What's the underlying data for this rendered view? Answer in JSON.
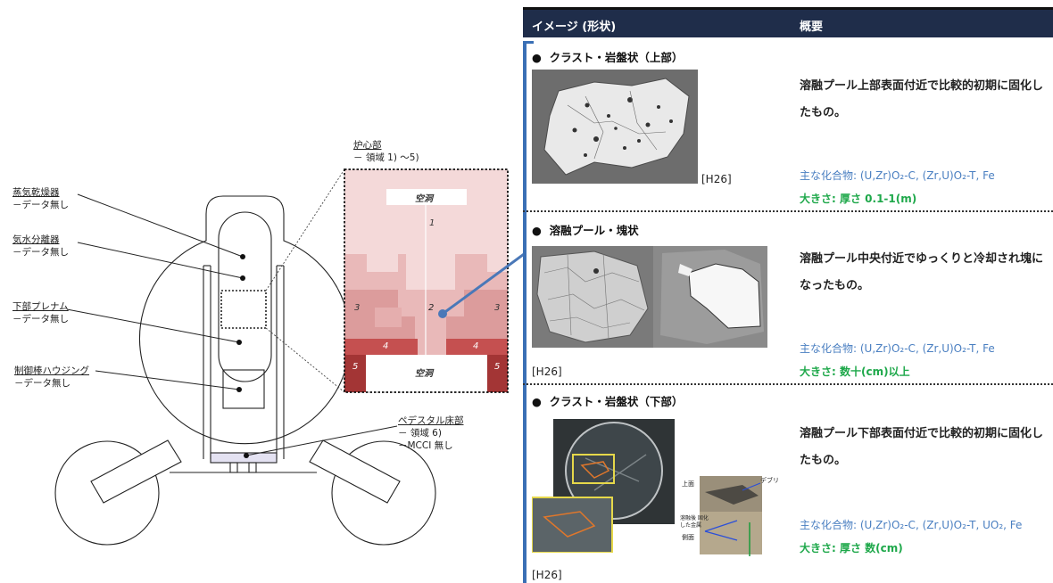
{
  "table": {
    "header_image": "イメージ (形状)",
    "header_summary": "概要",
    "rows": [
      {
        "title": "クラスト・岩盤状（上部）",
        "ref": "[H26]",
        "desc": "溶融プール上部表面付近で比較的初期に固化したもの。",
        "compounds": "主な化合物: (U,Zr)O₂-C, (Zr,U)O₂-T, Fe",
        "size": "大きさ:  厚さ  0.1-1(m)"
      },
      {
        "title": "溶融プール・塊状",
        "ref": "[H26]",
        "desc": "溶融プール中央付近でゆっくりと冷却され塊になったもの。",
        "compounds": "主な化合物: (U,Zr)O₂-C, (Zr,U)O₂-T, Fe",
        "size": "大きさ:  数十(cm)以上"
      },
      {
        "title": "クラスト・岩盤状（下部）",
        "ref": "[H26]",
        "desc": "溶融プール下部表面付近で比較的初期に固化したもの。",
        "compounds": "主な化合物: (U,Zr)O₂-C, (Zr,U)O₂-T, UO₂, Fe",
        "size": "大きさ:  厚さ  数(cm)",
        "photo_labels": {
          "top": "上面",
          "debris": "デブリ",
          "melt": "溶融後 固化",
          "metal": "した金属",
          "side": "側面"
        }
      }
    ]
  },
  "labels": {
    "dryer": {
      "title": "蒸気乾燥器",
      "sub": "－データ無し"
    },
    "separator": {
      "title": "気水分離器",
      "sub": "－データ無し"
    },
    "plenum": {
      "title": "下部プレナム",
      "sub": "－データ無し"
    },
    "crd": {
      "title": "制御棒ハウジング",
      "sub": "－データ無し"
    },
    "core": {
      "title": "炉心部",
      "sub": "－ 領域 1) ～5)"
    },
    "pedestal": {
      "title": "ペデスタル床部",
      "sub": "－ 領域 6)",
      "sub2": "－MCCI 無し"
    }
  },
  "inset": {
    "void_top": "空洞",
    "void_bottom": "空洞",
    "regions": [
      "1",
      "2",
      "3",
      "3",
      "4",
      "4",
      "5",
      "5"
    ]
  },
  "colors": {
    "header_bg": "#1f2d4a",
    "compound": "#4a7fc1",
    "size": "#1ea84a",
    "bracket": "#3a6fb5",
    "pointer": "#4a78b8"
  }
}
